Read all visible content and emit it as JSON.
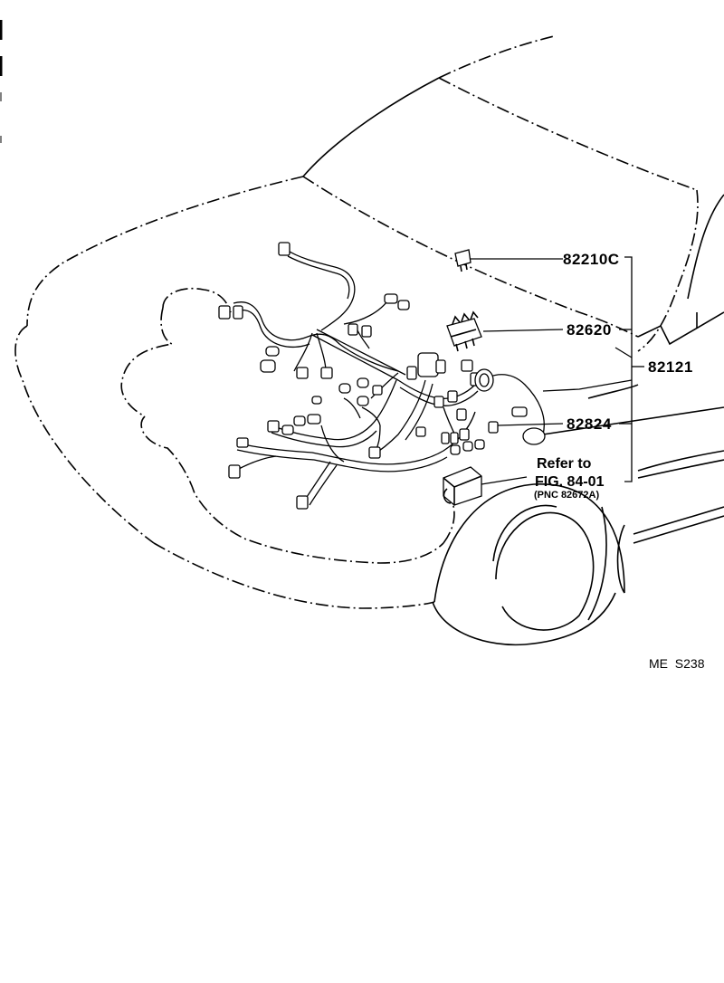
{
  "parts": {
    "p1": "82210C",
    "p2": "82620",
    "p3": "82121",
    "p4": "82824"
  },
  "reference": {
    "line1": "Refer to",
    "line2": "FIG. 84-01",
    "line3": "(PNC 82672A)"
  },
  "figure_code": "ME  S238",
  "icons": [
    "relay-icon",
    "junction-block-icon",
    "connector-icon",
    "ecu-bracket-icon",
    "wire-harness-icon"
  ]
}
